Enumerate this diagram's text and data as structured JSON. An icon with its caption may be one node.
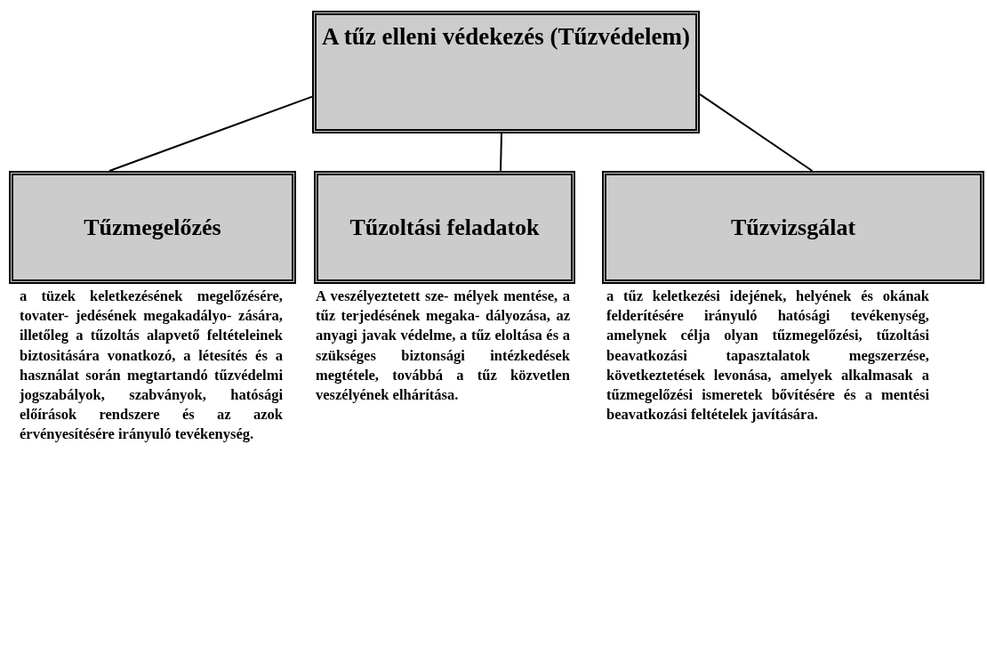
{
  "diagram": {
    "nodes": [
      {
        "text": [
          "A tűz elleni védekezés (Tűzvédelem)"
        ]
      },
      {
        "text": [
          "Tűzmegelőzés"
        ],
        "beside": [
          "a tüzek keletkezésének megelőzésére, tovater- jedésének megakadályo- zására, illetőleg a tűzoltás alapvető feltételeinek biztositására vonatkozó, a létesítés és a használat során megtartandó tűzvédelmi jogszabályok, szabványok, hatósági előírások rendszere és az azok érvényesítésére irányuló tevékenység."
        ]
      },
      {
        "text": [
          "Tűzoltási feladatok"
        ],
        "beside": [
          "A veszélyeztetett sze- mélyek mentése, a tűz terjedésének megaka- dályozása, az anyagi javak védelme, a tűz eloltása és a szükséges biztonsági intézkedések megtétele, továbbá a tűz közvetlen veszélyének elhárítása."
        ]
      },
      {
        "text": [
          "Tűzvizsgálat"
        ],
        "beside": [
          "a tűz keletkezési idejének, helyének és okának felderítésére irányuló hatósági tevékenység, amelynek célja olyan tűzmegelőzési, tűzoltási beavatkozási tapasztalatok megszerzése, következtetések levonása, amelyek alkalmasak a tűzmegelőzési ismeretek bővítésére és a mentési beavatkozási feltételek javítására."
        ]
      }
    ],
    "edges": [
      {
        "from": 0,
        "to": 1,
        "arrow": "none"
      },
      {
        "from": 0,
        "to": 2,
        "arrow": "none"
      },
      {
        "from": 0,
        "to": 3,
        "arrow": "none"
      }
    ]
  }
}
